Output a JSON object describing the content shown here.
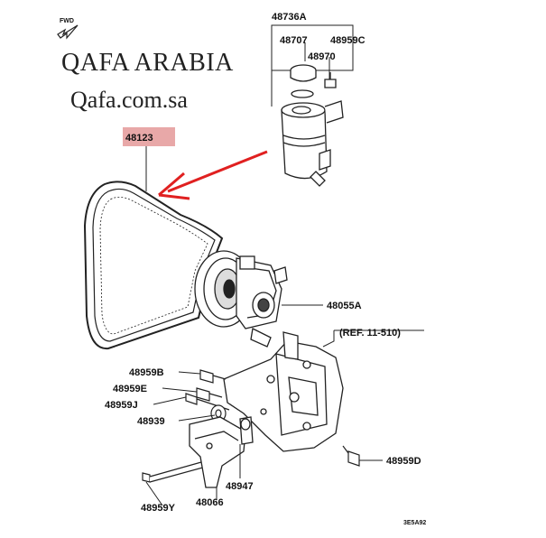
{
  "brand": {
    "title": "QAFA ARABIA",
    "url": "Qafa.com.sa"
  },
  "direction_marker": "FWD",
  "reference_note": "(REF. 11-510)",
  "diagram_code": "3E5A92",
  "highlight_color": "#e8a8a8",
  "arrow_color": "#e02020",
  "part_labels": {
    "reservoir_assy": "48736A",
    "reservoir_cap": "48707",
    "cap_seal": "48970",
    "reservoir_bolt": "48959C",
    "drive_belt": "48123",
    "pump_assy": "48055A",
    "bolt_b": "48959B",
    "bolt_e": "48959E",
    "bolt_j": "48959J",
    "spacer": "48939",
    "bracket_side": "48947",
    "bolt_d": "48959D",
    "bolt_y": "48959Y",
    "bracket_lower": "48066"
  }
}
